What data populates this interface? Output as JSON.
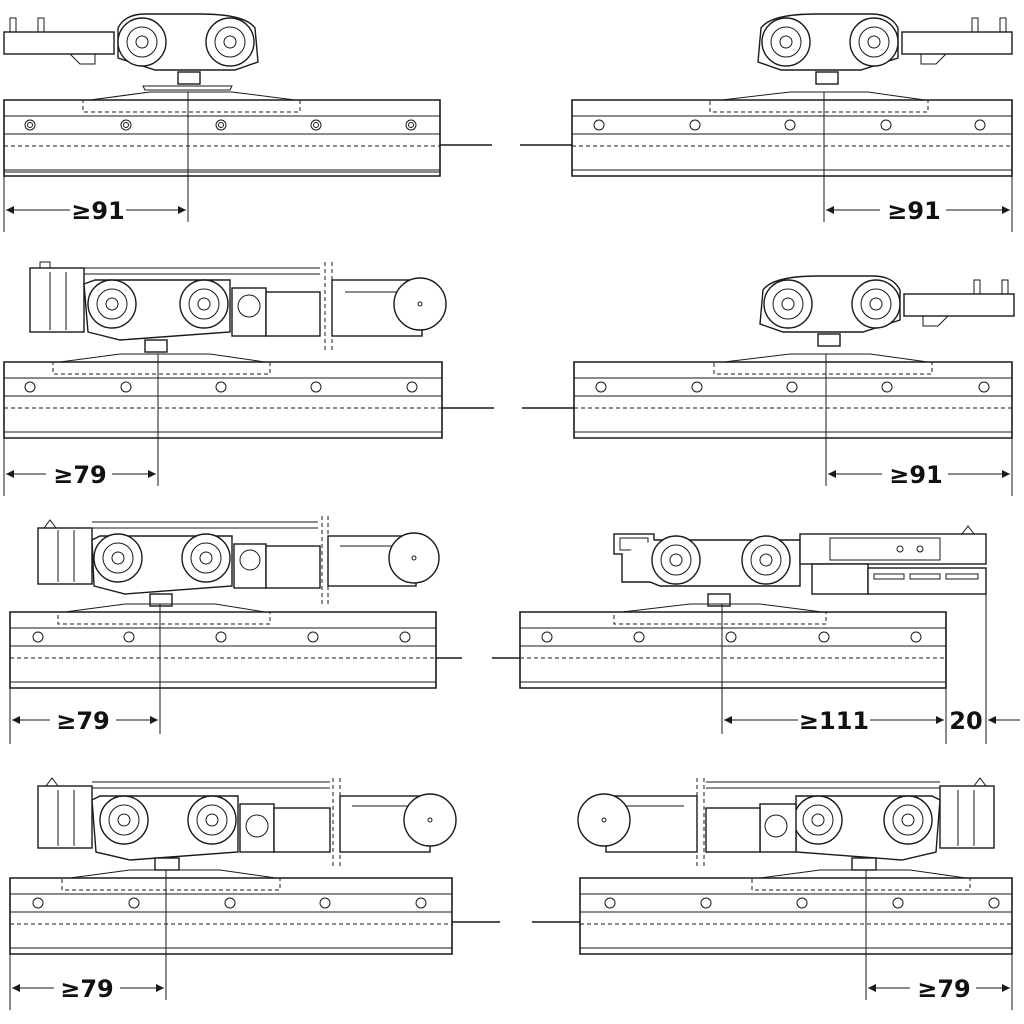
{
  "colors": {
    "line": "#1a1a1a",
    "background": "#ffffff"
  },
  "panels": [
    {
      "id": "r1-left",
      "label": "≥91"
    },
    {
      "id": "r1-right",
      "label": "≥91"
    },
    {
      "id": "r2-left",
      "label": "≥79"
    },
    {
      "id": "r2-right",
      "label": "≥91"
    },
    {
      "id": "r3-left",
      "label": "≥79"
    },
    {
      "id": "r3-right",
      "label": "≥111",
      "extra_label": "20"
    },
    {
      "id": "r4-left",
      "label": "≥79"
    },
    {
      "id": "r4-right",
      "label": "≥79"
    }
  ]
}
